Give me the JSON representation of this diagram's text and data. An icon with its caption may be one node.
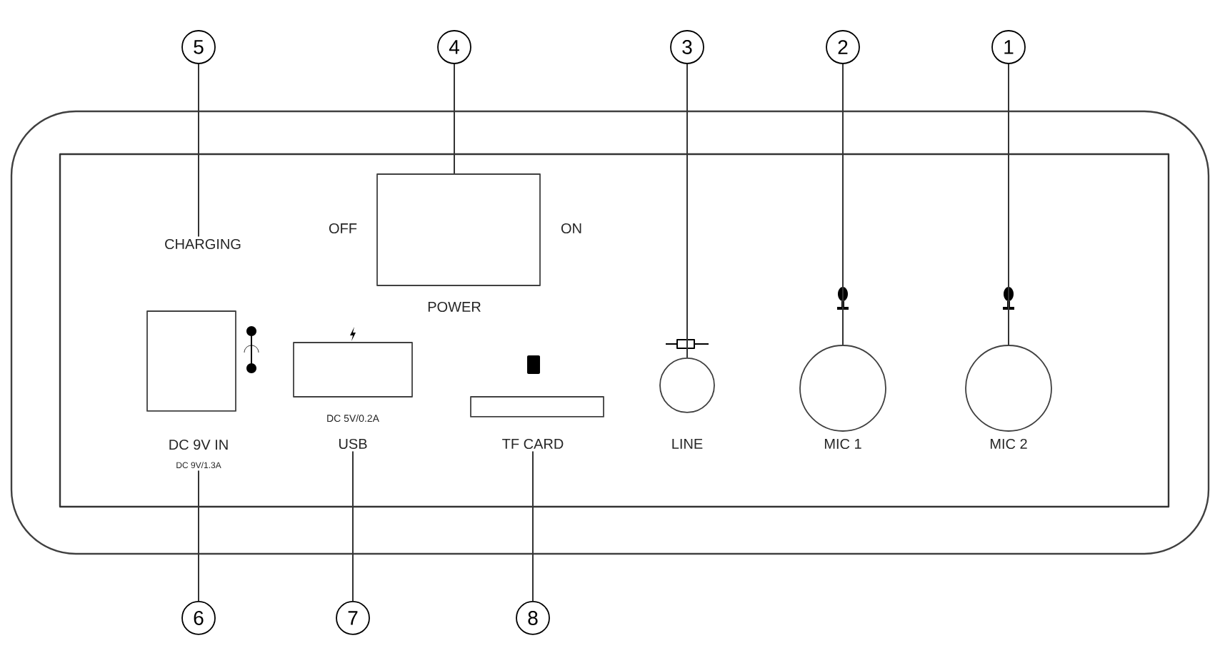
{
  "diagram": {
    "nodes": [
      {
        "text": [
          "5"
        ]
      },
      {
        "text": [
          "4"
        ]
      },
      {
        "text": [
          "3"
        ]
      },
      {
        "text": [
          "2"
        ]
      },
      {
        "text": [
          "1"
        ]
      },
      {
        "text": [
          "CHARGING"
        ]
      },
      {
        "text": [],
        "shape": "box"
      },
      {
        "text": [],
        "shape": "circle"
      },
      {
        "text": [],
        "shape": "circle"
      },
      {
        "text": [],
        "shape": "circle"
      },
      {
        "text": [],
        "shape": "box"
      },
      {
        "text": [],
        "shape": "box"
      },
      {
        "text": [],
        "shape": "box"
      },
      {
        "text": [
          "DC  9V IN",
          "DC 9V/1.3A"
        ]
      },
      {
        "text": [
          "USB"
        ]
      },
      {
        "text": [
          "TF CARD"
        ]
      },
      {
        "text": [
          "6"
        ]
      },
      {
        "text": [
          "7"
        ]
      },
      {
        "text": [
          "8"
        ]
      }
    ],
    "edges": [
      {
        "from": 0,
        "to": 5,
        "arrow": "none"
      },
      {
        "from": 1,
        "to": 6,
        "arrow": "none"
      },
      {
        "from": 2,
        "to": 7,
        "arrow": "none"
      },
      {
        "from": 3,
        "to": 8,
        "arrow": "none"
      },
      {
        "from": 4,
        "to": 9,
        "arrow": "none"
      },
      {
        "from": 16,
        "to": 13,
        "arrow": "none"
      },
      {
        "from": 17,
        "to": 14,
        "arrow": "none"
      },
      {
        "from": 18,
        "to": 15,
        "arrow": "none"
      }
    ],
    "labels": [
      "OFF",
      "ON",
      "POWER",
      "DC  5V/0.2A",
      "LINE",
      "MIC 1",
      "MIC 2"
    ]
  }
}
